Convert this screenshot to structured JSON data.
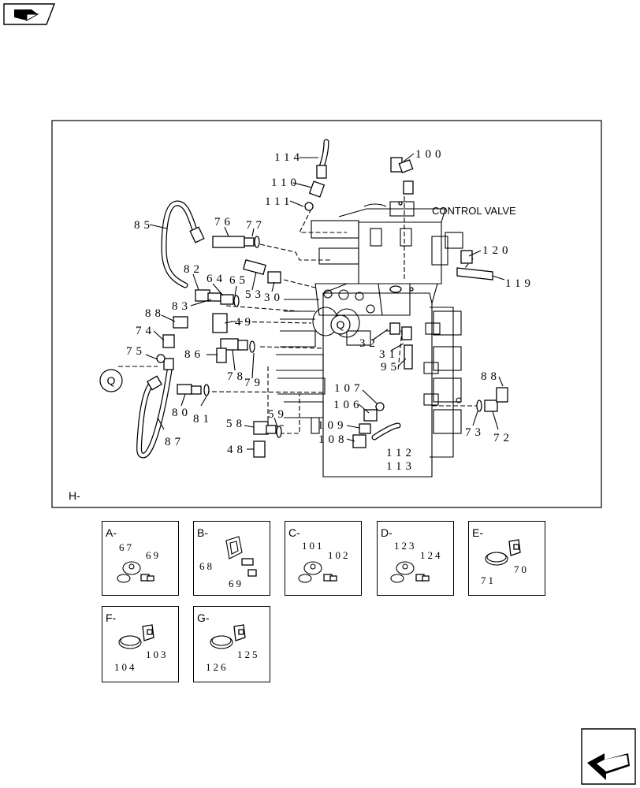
{
  "main": {
    "section_label": "H-",
    "control_valve_label": "CONTROL VALVE",
    "q_marker": "Q",
    "callouts": {
      "c114": "114",
      "c100": "100",
      "c110": "110",
      "c111": "111",
      "c85": "85",
      "c76": "76",
      "c77": "77",
      "c120": "120",
      "c119": "119",
      "c82": "82",
      "c64": "64",
      "c65": "65",
      "c53": "53",
      "c30": "30",
      "c83": "83",
      "c49": "49",
      "c88l": "88",
      "c74": "74",
      "c75": "75",
      "c86": "86",
      "c32": "32",
      "c31": "31",
      "c95": "95",
      "c78": "78",
      "c79": "79",
      "c107": "107",
      "c106": "106",
      "c80": "80",
      "c81": "81",
      "c88r": "88",
      "c73": "73",
      "c72": "72",
      "c58": "58",
      "c59": "59",
      "c109": "109",
      "c108": "108",
      "c48": "48",
      "c87": "87",
      "c112": "112",
      "c113": "113"
    }
  },
  "details": [
    {
      "label": "A-",
      "parts": [
        "67",
        "69"
      ]
    },
    {
      "label": "B-",
      "parts": [
        "68",
        "69"
      ]
    },
    {
      "label": "C-",
      "parts": [
        "101",
        "102"
      ]
    },
    {
      "label": "D-",
      "parts": [
        "123",
        "124"
      ]
    },
    {
      "label": "E-",
      "parts": [
        "71",
        "70"
      ]
    },
    {
      "label": "F-",
      "parts": [
        "104",
        "103"
      ]
    },
    {
      "label": "G-",
      "parts": [
        "126",
        "125"
      ]
    }
  ]
}
